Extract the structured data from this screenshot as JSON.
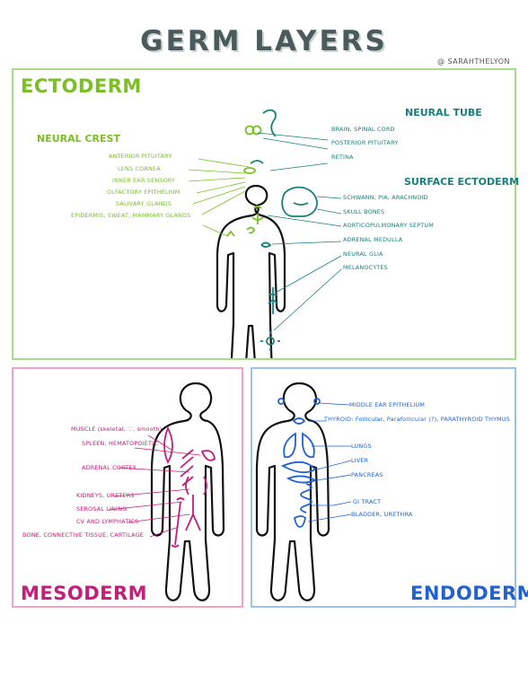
{
  "title": "GERM LAYERS",
  "handle": "@ SARAHTHELYON",
  "colors": {
    "ectoderm": "#7bbf26",
    "ectoderm_teal": "#17807d",
    "mesoderm": "#c51d7a",
    "endoderm": "#1f62d0"
  },
  "ectoderm": {
    "title": "ECTODERM",
    "neural_crest": {
      "header": "NEURAL CREST",
      "items": [
        "ANTERIOR PITUITARY",
        "LENS CORNEA",
        "INNER EAR SENSORY",
        "OLFACTORY EPITHELIUM",
        "SALIVARY GLANDS",
        "EPIDERMIS, SWEAT, MAMMARY GLANDS"
      ]
    },
    "neural_tube": {
      "header": "NEURAL TUBE",
      "items": [
        "BRAIN, SPINAL CORD",
        "POSTERIOR PITUITARY",
        "RETINA"
      ]
    },
    "surface_ectoderm": {
      "header": "SURFACE ECTODERM",
      "items": [
        "SCHWANN, PIA, ARACHNOID",
        "SKULL BONES",
        "AORTICOPULMONARY SEPTUM",
        "ADRENAL MEDULLA",
        "NEURAL GLIA",
        "MELANOCYTES"
      ]
    }
  },
  "mesoderm": {
    "title": "MESODERM",
    "items": [
      "MUSCLE (skeletal, ♡, smooth)",
      "SPLEEN, HEMATOPOIETIC",
      "ADRENAL CORTEX",
      "KIDNEYS, URETERS",
      "SEROSAL LINING",
      "CV AND LYMPHATICS",
      "BONE, CONNECTIVE TISSUE, CARTILAGE"
    ]
  },
  "endoderm": {
    "title": "ENDODERM",
    "items": [
      "MIDDLE EAR EPITHELIUM",
      "THYROID: Follicular, Parafollicular (?), PARATHYROID THYMUS",
      "LUNGS",
      "LIVER",
      "PANCREAS",
      "GI TRACT",
      "BLADDER, URETHRA"
    ]
  }
}
